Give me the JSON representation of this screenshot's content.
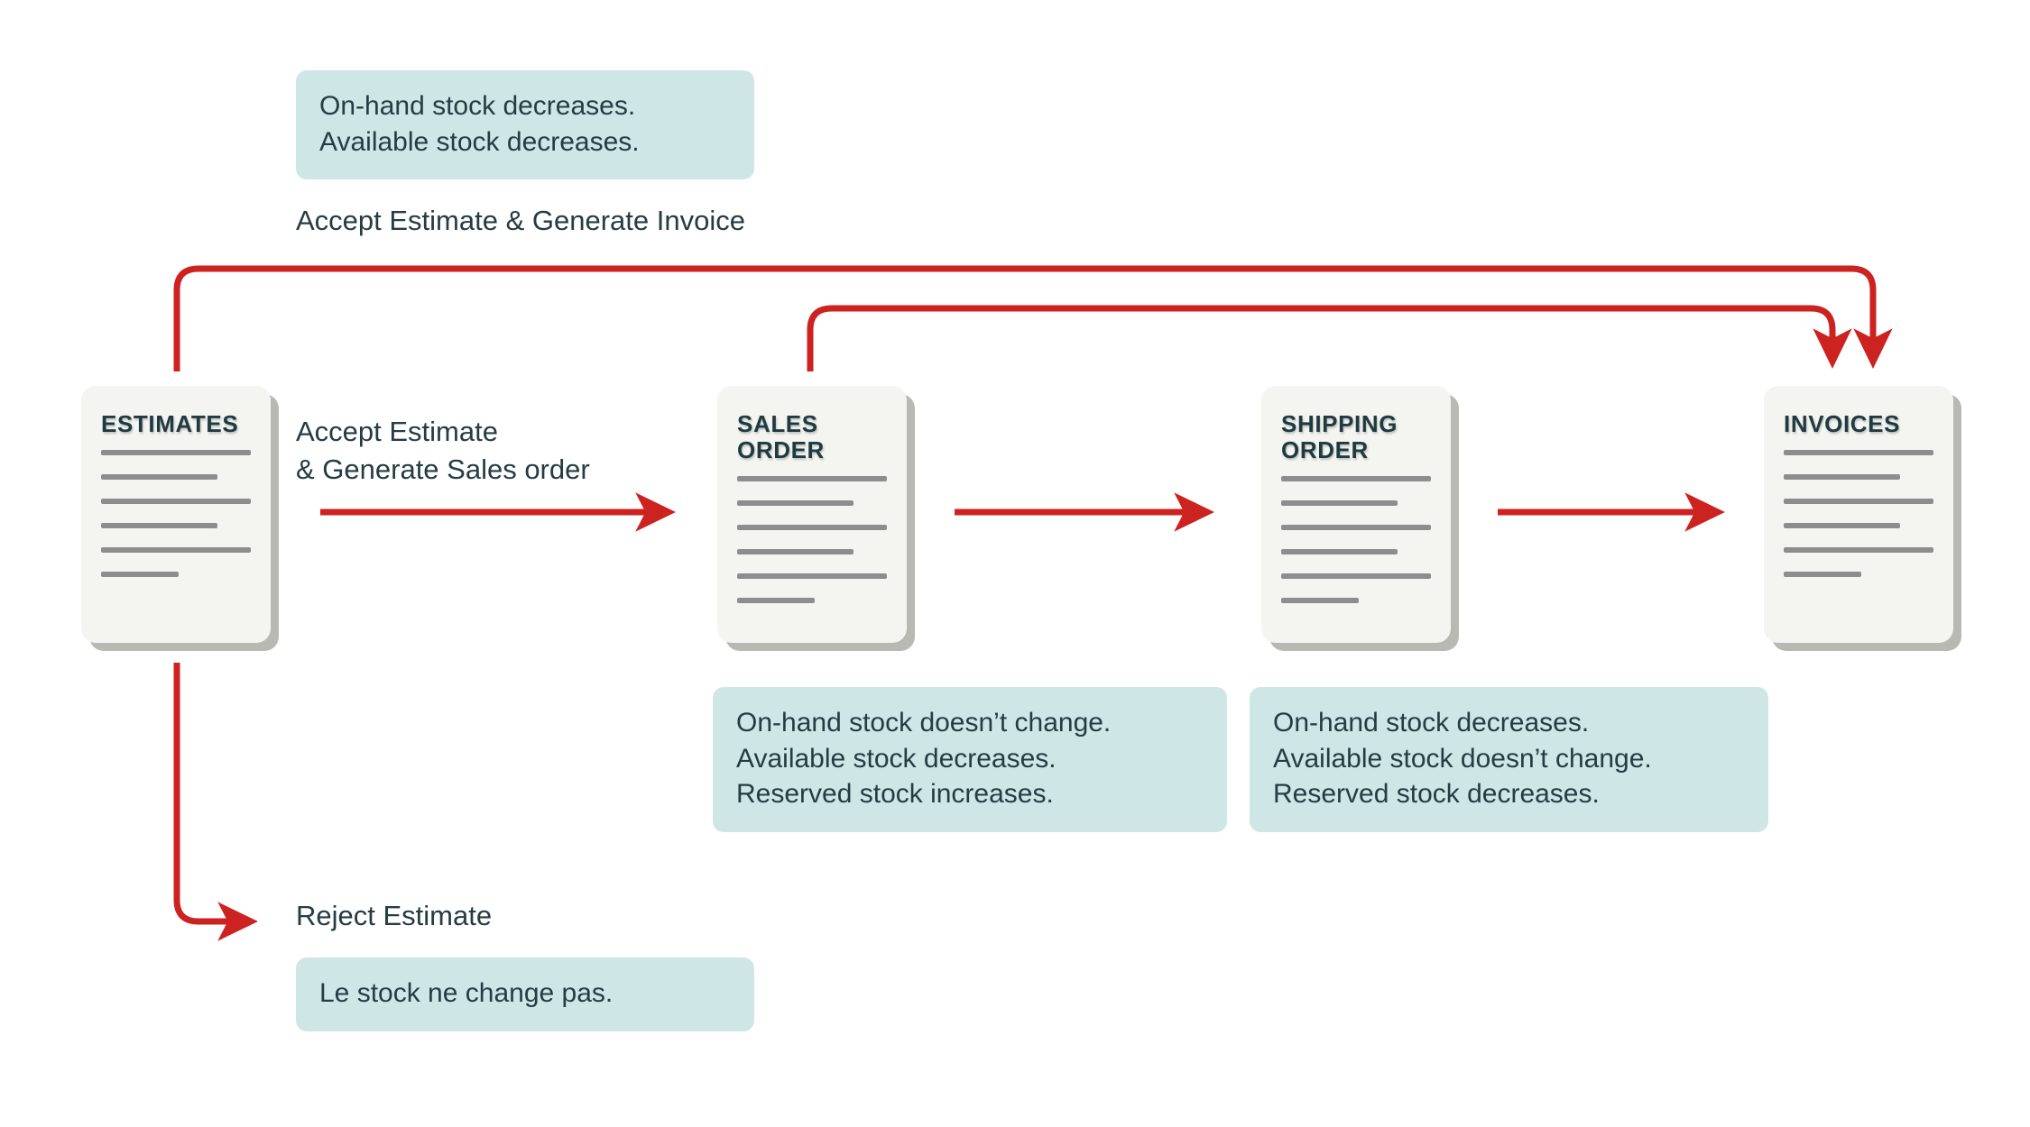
{
  "colors": {
    "background": "#ffffff",
    "arrow_red": "#cc2220",
    "card_bg": "#f4f4f0",
    "card_shadow": "#b9b9b4",
    "card_line": "#8d8d8d",
    "callout_bg": "#cfe6e7",
    "text_dark": "#253c43"
  },
  "cards": [
    {
      "id": "estimates",
      "title": "ESTIMATES"
    },
    {
      "id": "sales",
      "title": "SALES\nORDER"
    },
    {
      "id": "shipping",
      "title": "SHIPPING\nORDER"
    },
    {
      "id": "invoices",
      "title": "INVOICES"
    }
  ],
  "labels": {
    "accept_invoice": "Accept Estimate & Generate Invoice",
    "accept_sales": "Accept Estimate\n& Generate Sales order",
    "reject": "Reject Estimate"
  },
  "callouts": {
    "top": "On-hand stock decreases.\nAvailable stock decreases.",
    "sales": "On-hand stock doesn’t change.\nAvailable stock decreases.\nReserved stock increases.",
    "shipping": "On-hand stock decreases.\nAvailable stock doesn’t change.\nReserved stock decreases.",
    "reject": "Le stock ne change pas."
  },
  "connectors": [
    {
      "id": "estimates-to-invoices",
      "from": "estimates",
      "to": "invoices",
      "style": "elbow-top",
      "label": "accept_invoice"
    },
    {
      "id": "sales-to-invoices",
      "from": "sales",
      "to": "invoices",
      "style": "elbow-top",
      "label": null
    },
    {
      "id": "estimates-to-sales",
      "from": "estimates",
      "to": "sales",
      "style": "straight",
      "label": "accept_sales"
    },
    {
      "id": "sales-to-shipping",
      "from": "sales",
      "to": "shipping",
      "style": "straight",
      "label": null
    },
    {
      "id": "shipping-to-invoices",
      "from": "shipping",
      "to": "invoices",
      "style": "straight",
      "label": null
    },
    {
      "id": "estimates-to-reject",
      "from": "estimates",
      "to": "reject",
      "style": "elbow-bottom",
      "label": "reject"
    }
  ]
}
